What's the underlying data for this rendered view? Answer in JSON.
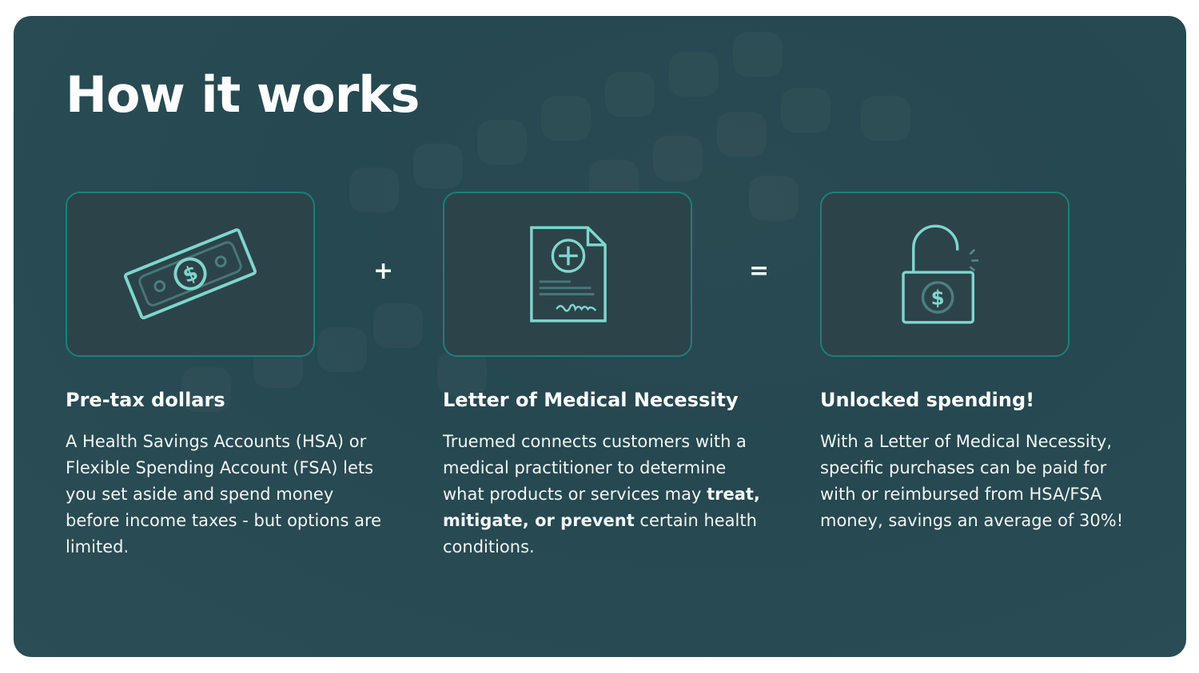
{
  "title": "How it works",
  "operators": {
    "plus": "+",
    "equals": "="
  },
  "steps": [
    {
      "icon": "dollar-bill-icon",
      "heading": "Pre-tax dollars",
      "body": "A Health Savings Accounts (HSA) or Flexible Spending Account (FSA) lets you set aside and spend money before income taxes - but options are limited."
    },
    {
      "icon": "medical-letter-icon",
      "heading": "Letter of Medical Necessity",
      "body_pre": "Truemed connects customers with a medical practitioner to determine what products or services may ",
      "body_bold": "treat, mitigate, or prevent",
      "body_post": " certain health conditions."
    },
    {
      "icon": "unlocked-padlock-icon",
      "heading": "Unlocked spending!",
      "body": "With a Letter of Medical Necessity, specific purchases can be paid for with or reimbursed from HSA/FSA money, savings an average of 30%!"
    }
  ],
  "colors": {
    "panel": "#27474f",
    "card_border": "#1d7f77",
    "icon": "#7fd6cc"
  }
}
